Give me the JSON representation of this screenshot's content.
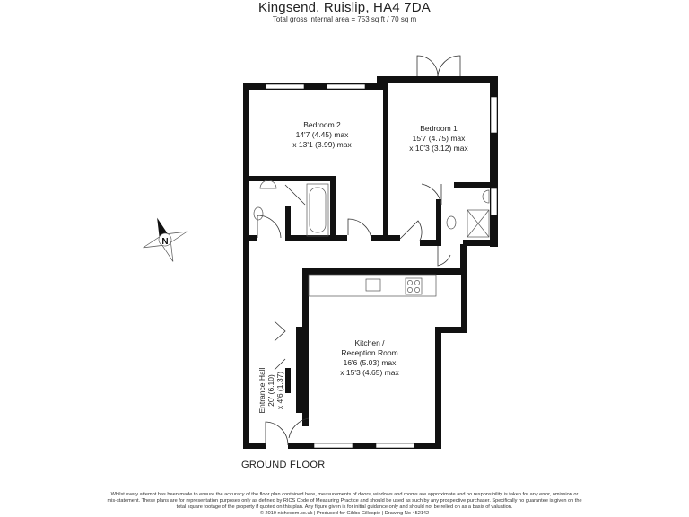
{
  "header": {
    "title": "Kingsend, Ruislip, HA4 7DA",
    "subtitle": "Total gross internal area = 753 sq ft / 70 sq m"
  },
  "rooms": {
    "bedroom2": {
      "name": "Bedroom 2",
      "dim1": "14'7 (4.45) max",
      "dim2": "x 13'1 (3.99) max"
    },
    "bedroom1": {
      "name": "Bedroom 1",
      "dim1": "15'7 (4.75) max",
      "dim2": "x 10'3 (3.12) max"
    },
    "kitchen": {
      "name1": "Kitchen /",
      "name2": "Reception Room",
      "dim1": "16'6 (5.03) max",
      "dim2": "x 15'3 (4.65) max"
    },
    "hall": {
      "name": "Entrance Hall",
      "dim1": "20' (6.10)",
      "dim2": "x 4'6 (1.37)"
    }
  },
  "compass": {
    "label": "N"
  },
  "floor_label": "GROUND FLOOR",
  "disclaimer": "Whilst every attempt has been made to ensure the accuracy of the floor plan contained here, measurements of doors, windows and rooms are approximate and no responsibility is taken for any error, omission or mis-statement. These plans are for representation purposes only as defined by RICS Code of Measuring Practice and should be used as such by any prospective purchaser. Specifically no guarantee is given on the total square footage of the property if quoted on this plan. Any figure given is for initial guidance only and should not be relied on as a basis of valuation.",
  "footer": "© 2019 nichecom.co.uk  |  Produced for Gibbs Gillespie  |  Drawing No 452142",
  "colors": {
    "wall": "#111111",
    "window": "#ffffff",
    "fixture": "#555555"
  }
}
